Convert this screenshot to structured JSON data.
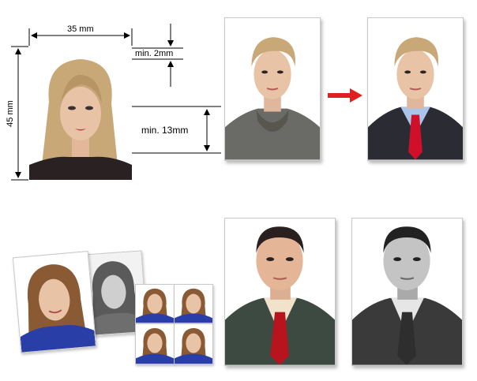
{
  "dimensions": {
    "width_label": "35 mm",
    "height_label": "45 mm",
    "top_margin_label": "min. 2mm",
    "head_label": "min. 13mm"
  },
  "arrow": {
    "color": "#e02020"
  },
  "palette": {
    "skin": "#e8c3a6",
    "blonde_hair": "#c9a878",
    "sweater": "#6a6a66",
    "suit": "#2b2b33",
    "tie_red": "#d0102a",
    "shirt_blue": "#a9c5ea",
    "brunette_hair": "#8a5a34",
    "blouse_blue": "#2a3ea8"
  }
}
